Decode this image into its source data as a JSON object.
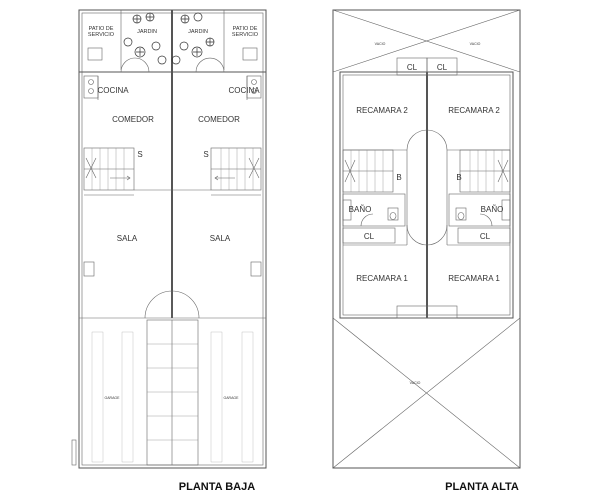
{
  "ground_floor": {
    "title": "PLANTA BAJA",
    "rooms": {
      "service_left": "PATIO DE SERVICIO",
      "garden_left": "JARDIN",
      "garden_right": "JARDIN",
      "service_right": "PATIO DE SERVICIO",
      "kitchen_left": "COCINA",
      "kitchen_right": "COCINA",
      "dining_left": "COMEDOR",
      "dining_right": "COMEDOR",
      "living_left": "SALA",
      "living_right": "SALA",
      "garage_left": "GARAGE",
      "garage_right": "GARAGE"
    },
    "stair_mark": "S"
  },
  "upper_floor": {
    "title": "PLANTA ALTA",
    "rooms": {
      "void_top_left": "VACIO",
      "void_top_right": "VACIO",
      "closet_top_left": "CL",
      "closet_top_right": "CL",
      "bedroom2_left": "RECAMARA 2",
      "bedroom2_right": "RECAMARA 2",
      "bath_left": "BAÑO",
      "bath_right": "BAÑO",
      "closet_mid_left": "CL",
      "closet_mid_right": "CL",
      "bedroom1_left": "RECAMARA 1",
      "bedroom1_right": "RECAMARA 1",
      "void_bottom": "VACIO"
    },
    "stair_mark": "B"
  }
}
